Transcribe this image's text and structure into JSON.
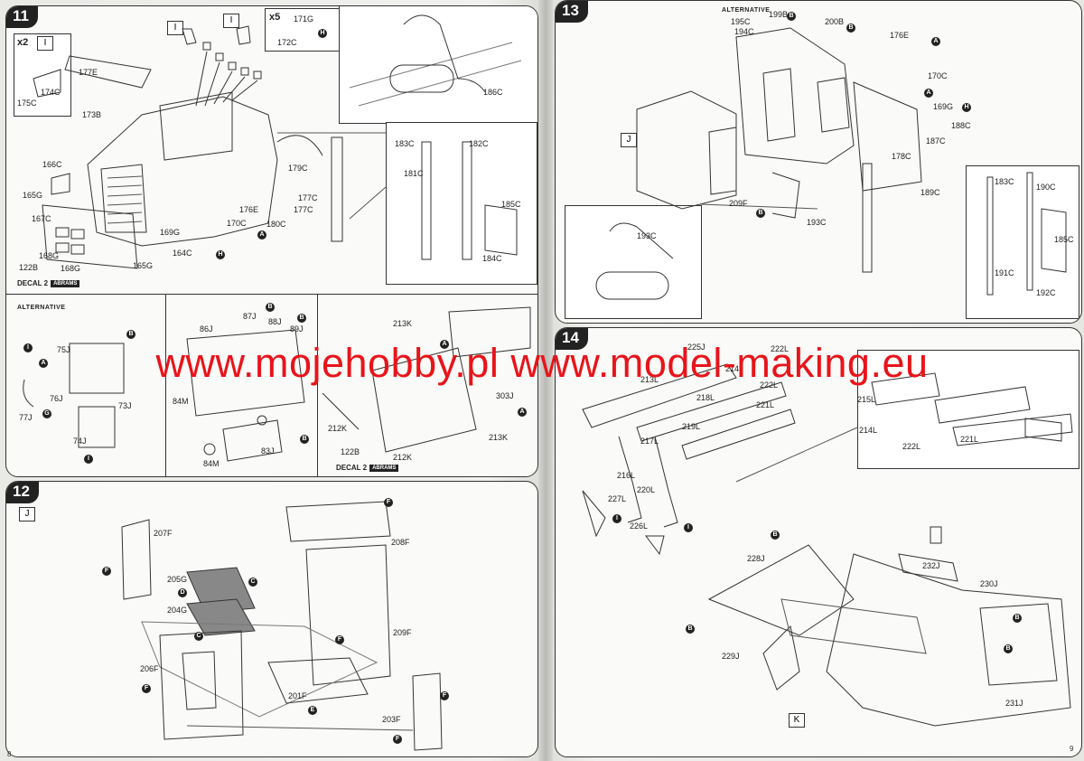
{
  "watermark": {
    "text": "www.mojehobby.pl www.model-making.eu",
    "color": "#e8141a"
  },
  "page_numbers": {
    "left": "8",
    "right": "9"
  },
  "step11": {
    "number": "11",
    "labels": [
      "177E",
      "175C",
      "174C",
      "173B",
      "166C",
      "165G",
      "167C",
      "168G",
      "168G",
      "122B",
      "165G",
      "164C",
      "169G",
      "170C",
      "180C",
      "176E",
      "177C",
      "177C",
      "179C",
      "172C",
      "171G",
      "186C",
      "183C",
      "182C",
      "181C",
      "185C",
      "184C"
    ],
    "qty": [
      "x2",
      "x5"
    ],
    "keys": [
      "I",
      "I",
      "I"
    ],
    "decal": "DECAL 2",
    "alternative": "ALTERNATIVE",
    "alt_labels": [
      "75J",
      "76J",
      "77J",
      "73J",
      "74J",
      "86J",
      "87J",
      "88J",
      "89J",
      "84M",
      "83J",
      "84M",
      "213K",
      "303J",
      "213K",
      "212K",
      "122B",
      "212K"
    ],
    "alt_decal": "DECAL 2"
  },
  "step12": {
    "number": "12",
    "key": "J",
    "labels": [
      "207F",
      "205G",
      "204G",
      "208F",
      "209F",
      "206F",
      "201F",
      "203F"
    ]
  },
  "step13": {
    "number": "13",
    "alternative": "ALTERNATIVE",
    "key": "J",
    "labels": [
      "199B",
      "195C",
      "194C",
      "200B",
      "176E",
      "170C",
      "169G",
      "188C",
      "187C",
      "178C",
      "189C",
      "209F",
      "193C",
      "193C",
      "183C",
      "190C",
      "185C",
      "191C",
      "192C"
    ]
  },
  "step14": {
    "number": "14",
    "key": "K",
    "labels": [
      "225J",
      "222L",
      "213L",
      "214",
      "218L",
      "219L",
      "222L",
      "221L",
      "217L",
      "216L",
      "220L",
      "227L",
      "226L",
      "215L",
      "214L",
      "222L",
      "221L",
      "228J",
      "232J",
      "230J",
      "229J",
      "231J"
    ]
  },
  "badge_letters": [
    "A",
    "B",
    "C",
    "D",
    "E",
    "F",
    "G",
    "H",
    "I"
  ]
}
